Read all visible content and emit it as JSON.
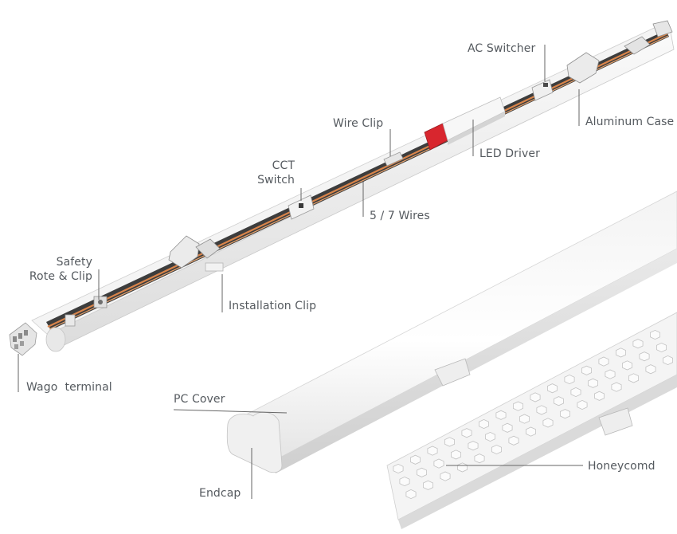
{
  "labels": {
    "ac_switcher": "AC Switcher",
    "aluminum_case": "Aluminum Case",
    "wire_clip": "Wire Clip",
    "led_driver": "LED Driver",
    "cct_switch_line1": "CCT",
    "cct_switch_line2": "Switch",
    "wires": "5 / 7 Wires",
    "safety_line1": "Safety",
    "safety_line2": "Rote & Clip",
    "installation_clip": "Installation Clip",
    "wago_terminal": "Wago  terminal",
    "pc_cover": "PC Cover",
    "endcap": "Endcap",
    "honeycomb": "Honeycomd"
  },
  "colors": {
    "label_text": "#555a5f",
    "leader_line": "#666666",
    "housing": "#f1f1f1",
    "channel": "#3c3c3c",
    "wire": "#d9844a",
    "cct_switch": "#d8262e"
  }
}
